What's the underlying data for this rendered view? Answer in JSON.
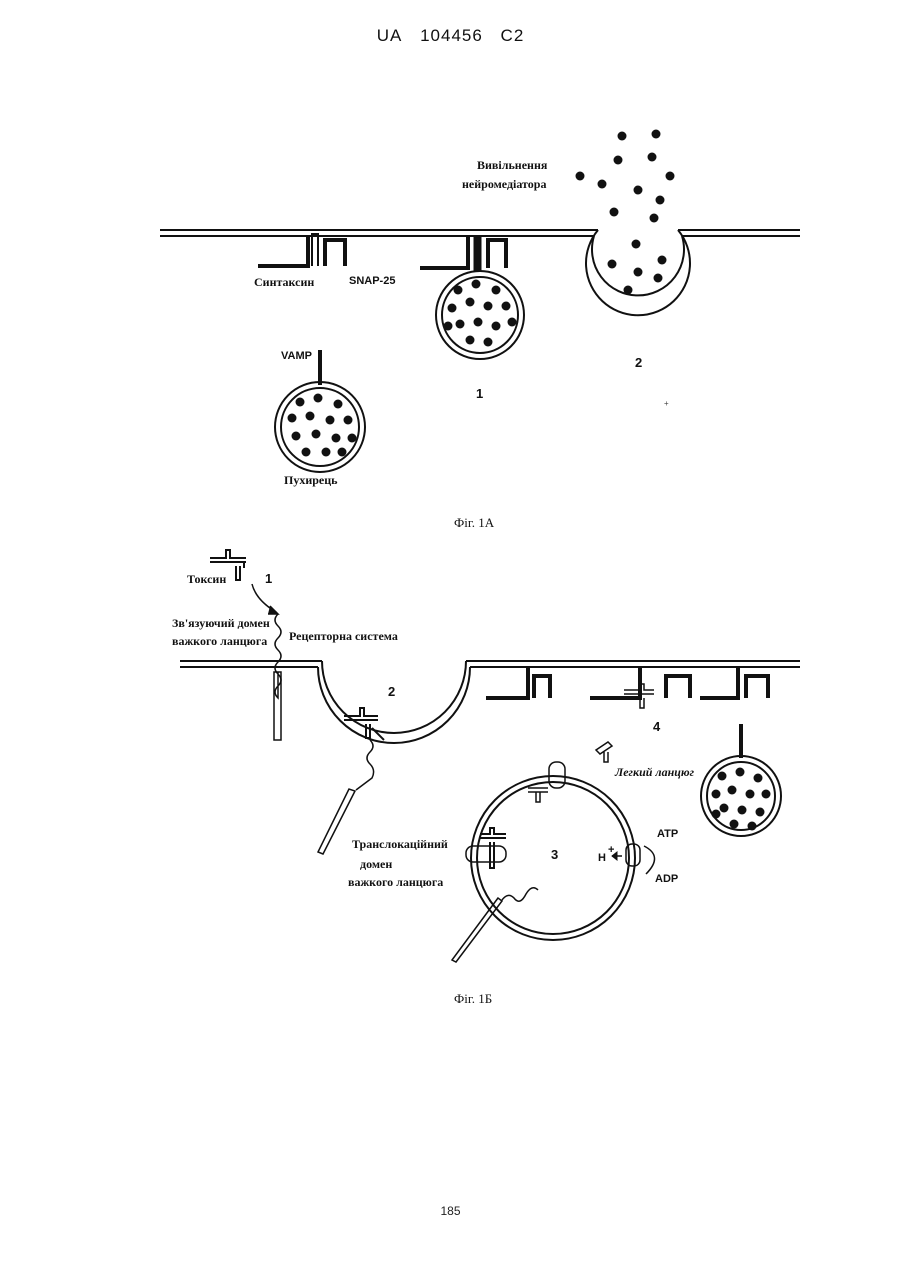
{
  "header": {
    "country": "UA",
    "number": "104456",
    "kind": "C2"
  },
  "page_number": "185",
  "figure_1a": {
    "caption": "Фіг. 1А",
    "labels": {
      "release": [
        "Вивільнення",
        "нейромедіатора"
      ],
      "syntaxin": "Синтаксин",
      "snap25": "SNAP-25",
      "vamp": "VAMP",
      "vesicle": "Пухирець",
      "step1": "1",
      "step2": "2"
    }
  },
  "figure_1b": {
    "caption": "Фіг. 1Б",
    "labels": {
      "toxin": "Токсин",
      "binding_domain": [
        "Зв'язуючий домен",
        "важкого ланцюга"
      ],
      "receptor_system": "Рецепторна система",
      "light_chain": "Легкий ланцюг",
      "translocation_domain": [
        "Транслокаційний",
        "домен",
        "важкого ланцюга"
      ],
      "atp": "ATP",
      "adp": "ADP",
      "proton": "H",
      "proton_sup": "+",
      "step1": "1",
      "step2": "2",
      "step3": "3",
      "step4": "4"
    }
  }
}
